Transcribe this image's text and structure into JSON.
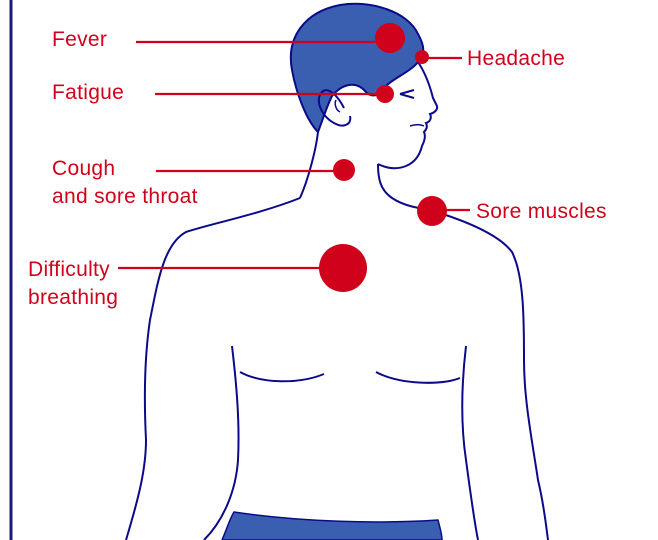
{
  "colors": {
    "symptom": "#d0021b",
    "outline": "#0a0a8a",
    "fill": "#3a5fb0",
    "border": "#1a1a7a"
  },
  "labels": {
    "fever": "Fever",
    "headache": "Headache",
    "fatigue": "Fatigue",
    "cough_line1": "Cough",
    "cough_line2": "and sore throat",
    "sore_muscles": "Sore muscles",
    "breathing_line1": "Difficulty",
    "breathing_line2": "breathing"
  }
}
